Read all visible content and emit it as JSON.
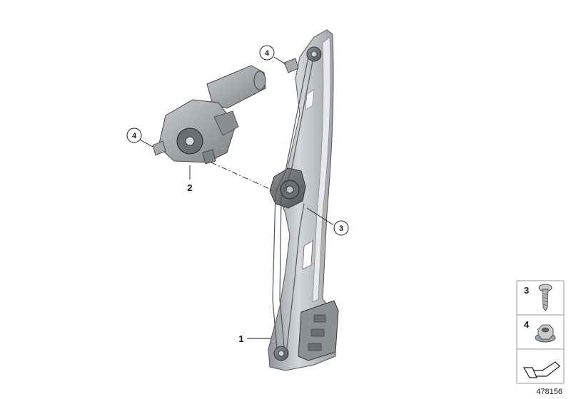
{
  "callouts": {
    "label_4_top": "4",
    "label_4_motor": "4",
    "label_2": "2",
    "label_3": "3",
    "label_1": "1"
  },
  "legend": {
    "item_3": "3",
    "item_4": "4"
  },
  "diagram_id": "478156",
  "icons": [
    "screw-icon",
    "nut-icon",
    "direction-arrow-icon"
  ],
  "colors": {
    "line": "#1a1a1a",
    "part_gray": "#b4b8bd",
    "legend_border": "#9a9a9a"
  }
}
